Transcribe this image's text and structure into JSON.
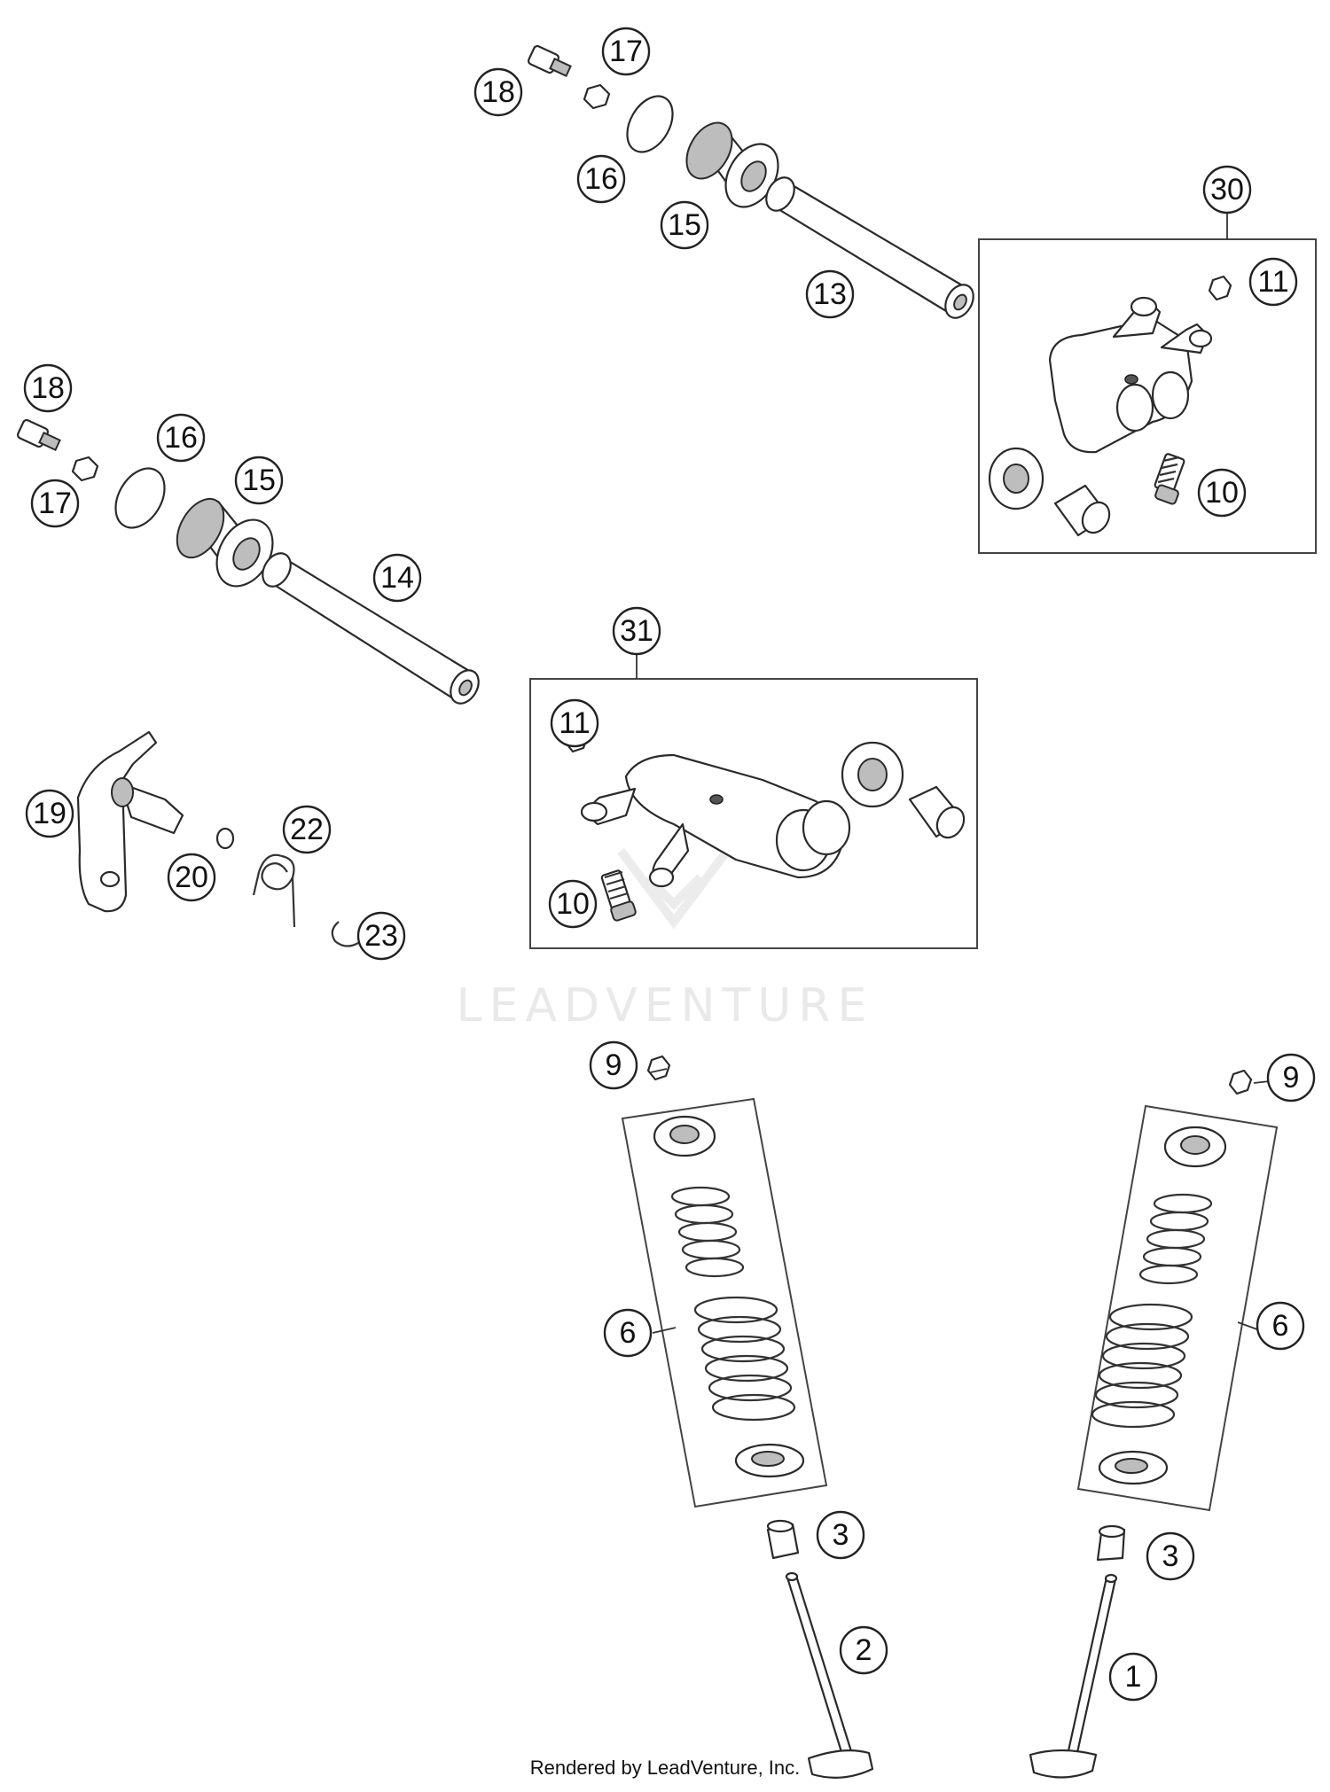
{
  "callouts": {
    "c18a": "18",
    "c17a": "17",
    "c16a": "16",
    "c15a": "15",
    "c13": "13",
    "c30": "30",
    "c11a": "11",
    "c10a": "10",
    "c18b": "18",
    "c16b": "16",
    "c15b": "15",
    "c17b": "17",
    "c14": "14",
    "c31": "31",
    "c11b": "11",
    "c10b": "10",
    "c19": "19",
    "c22": "22",
    "c20": "20",
    "c23": "23",
    "c9a": "9",
    "c9b": "9",
    "c6a": "6",
    "c6b": "6",
    "c3a": "3",
    "c3b": "3",
    "c2": "2",
    "c1": "1"
  },
  "watermark": "LEADVENTURE",
  "footer": "Rendered by LeadVenture, Inc."
}
